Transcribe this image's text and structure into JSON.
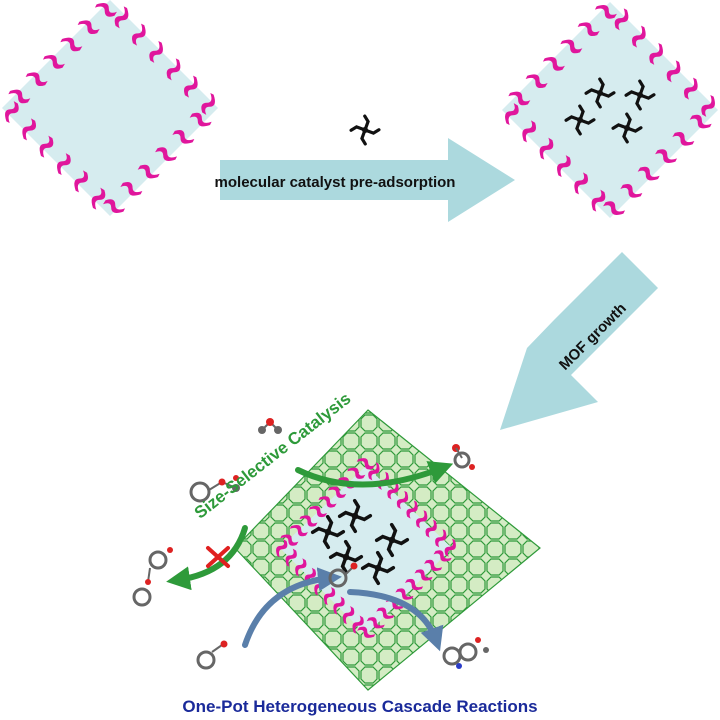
{
  "labels": {
    "step1": "molecular catalyst pre-adsorption",
    "step2": "MOF growth",
    "size_selective": "Size-Selective Catalysis",
    "cascade": "One-Pot Heterogeneous Cascade Reactions"
  },
  "colors": {
    "ligand_magenta": "#e0169c",
    "core_fill": "#d6ecef",
    "arrow_fill": "#acd9de",
    "mof_green": "#2f9a3a",
    "mof_fill": "#d4ecc4",
    "green_arrow": "#2e9a3a",
    "blue_arrow": "#5a7faa",
    "title_blue": "#1a2a9a",
    "reject_red": "#e02020",
    "catalyst_black": "#111111"
  }
}
